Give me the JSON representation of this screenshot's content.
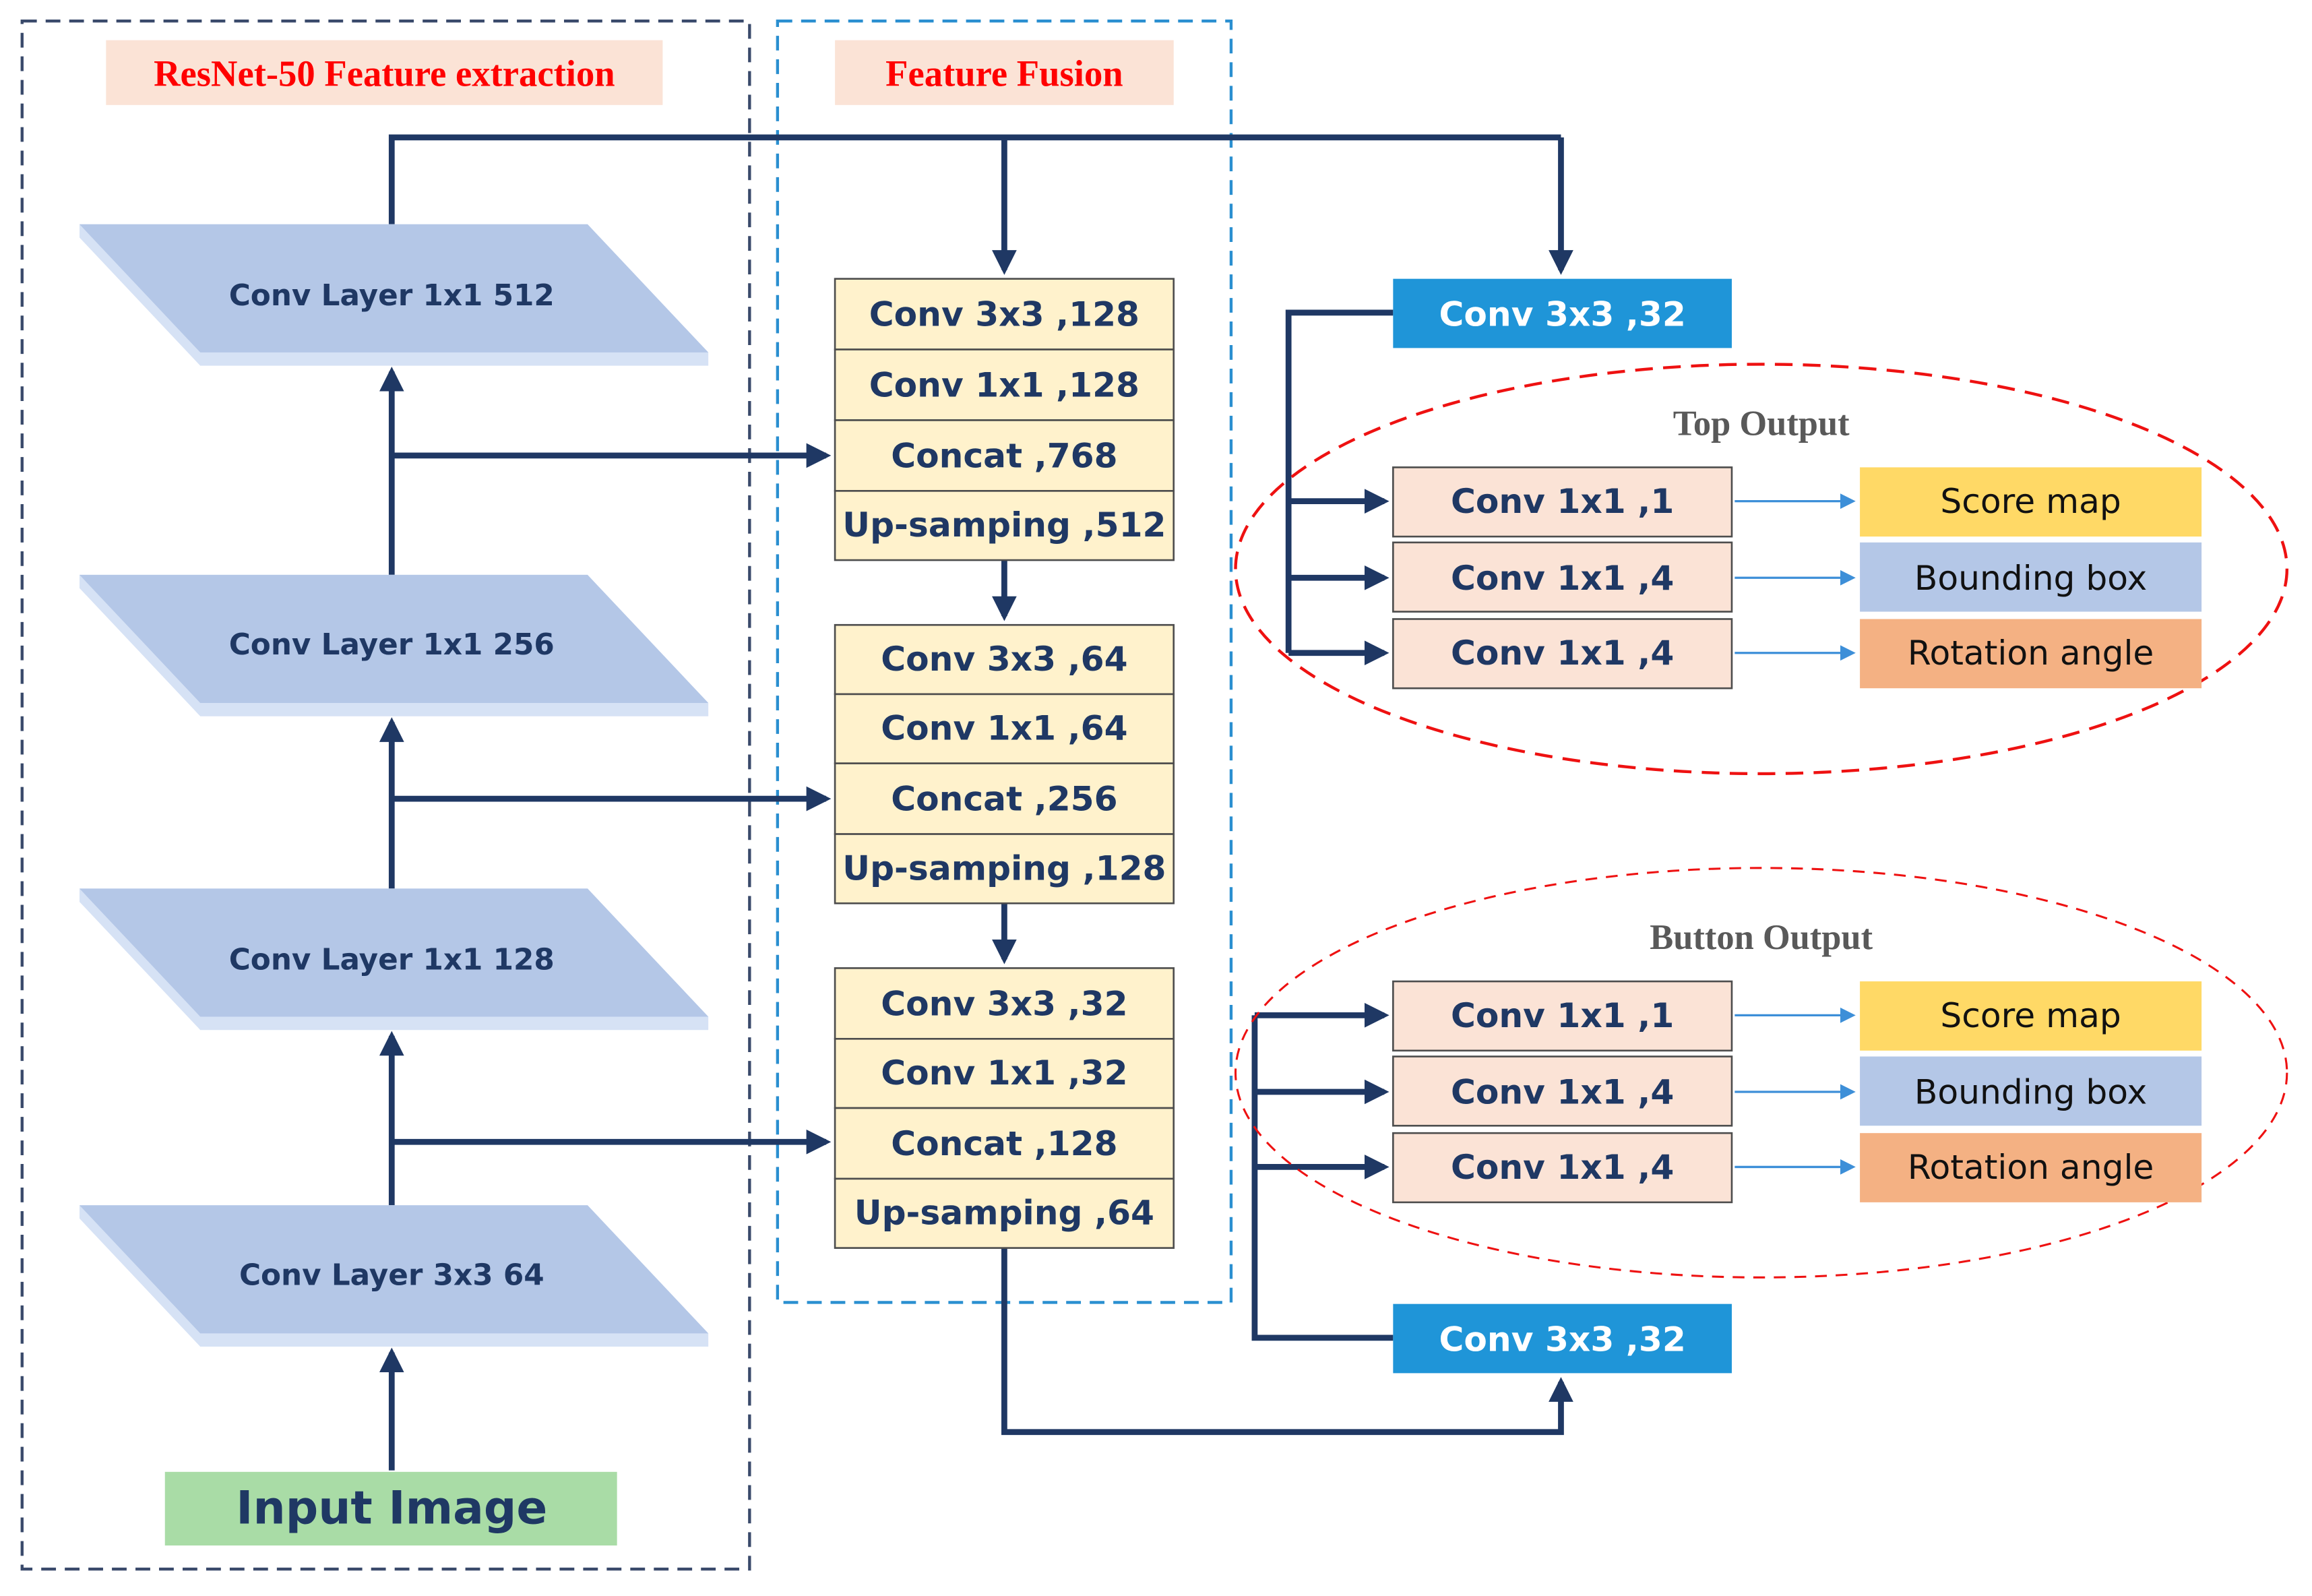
{
  "sections": {
    "resnet_title": "ResNet-50 Feature extraction",
    "fusion_title": "Feature Fusion"
  },
  "resnet_layers": [
    "Conv Layer 1x1 512",
    "Conv Layer 1x1 256",
    "Conv Layer 1x1 128",
    "Conv Layer 3x3 64"
  ],
  "input_label": "Input Image",
  "fusion_blocks": [
    [
      "Conv 3x3 ,128",
      "Conv 1x1 ,128",
      "Concat ,768",
      "Up-samping ,512"
    ],
    [
      "Conv 3x3 ,64",
      "Conv 1x1 ,64",
      "Concat ,256",
      "Up-samping ,128"
    ],
    [
      "Conv 3x3 ,32",
      "Conv 1x1 ,32",
      "Concat ,128",
      "Up-samping ,64"
    ]
  ],
  "top_branch": {
    "conv_label": "Conv 3x3 ,32",
    "title": "Top Output",
    "rows": [
      {
        "conv": "Conv 1x1 ,1",
        "output": "Score map"
      },
      {
        "conv": "Conv 1x1 ,4",
        "output": "Bounding box"
      },
      {
        "conv": "Conv 1x1 ,4",
        "output": "Rotation angle"
      }
    ]
  },
  "bottom_branch": {
    "conv_label": "Conv 3x3 ,32",
    "title": "Button Output",
    "rows": [
      {
        "conv": "Conv 1x1 ,1",
        "output": "Score map"
      },
      {
        "conv": "Conv 1x1 ,4",
        "output": "Bounding box"
      },
      {
        "conv": "Conv 1x1 ,4",
        "output": "Rotation angle"
      }
    ]
  },
  "colors": {
    "arrow": "#1f3864",
    "thin_arrow": "#3d8fd8",
    "title_red": "#ff0000",
    "title_bg": "#fbe3d6",
    "resnet_border": "#3a4a6b",
    "fusion_border": "#2a8fd0",
    "layer_fill": "#b4c7e7",
    "layer_edge": "#d6e2f5",
    "layer_text": "#1f3864",
    "input_fill": "#a9dca6",
    "fusion_fill": "#fff2cc",
    "conv32_fill": "#1f95d8",
    "conv1x1_fill": "#fbe3d6",
    "score_fill": "#ffd966",
    "bbox_fill": "#b4c7e7",
    "angle_fill": "#f4b183",
    "ellipse": "#ee1111",
    "output_title": "#595959"
  }
}
